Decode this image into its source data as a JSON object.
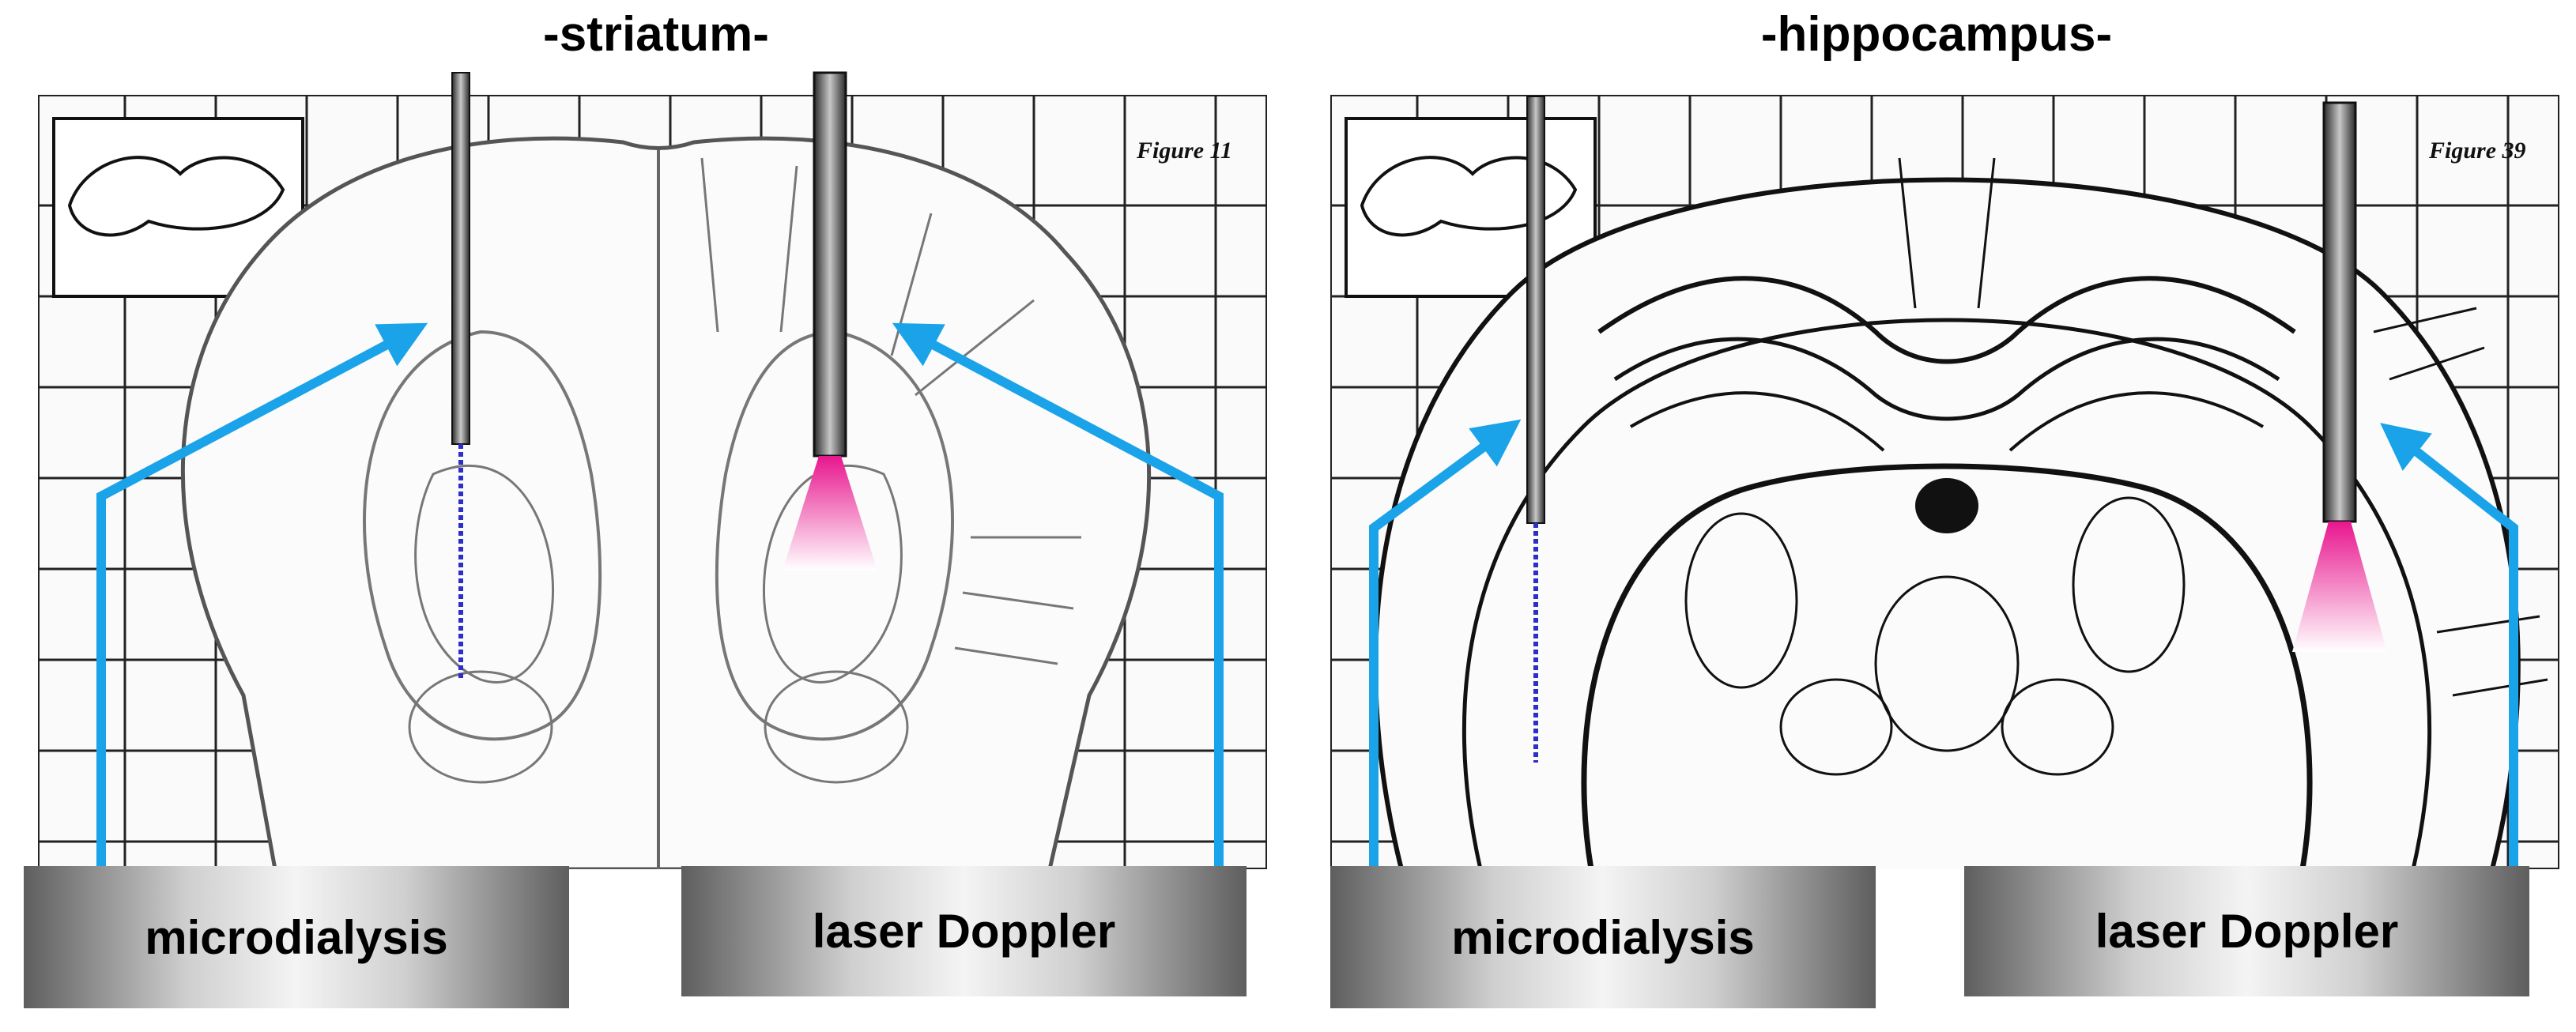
{
  "panels": [
    {
      "title": "-striatum-",
      "figure_label": "Figure 11",
      "labels": {
        "left": "microdialysis",
        "right": "laser Doppler"
      }
    },
    {
      "title": "-hippocampus-",
      "figure_label": "Figure 39",
      "labels": {
        "left": "microdialysis",
        "right": "laser Doppler"
      }
    }
  ],
  "colors": {
    "arrow": "#1aa3e8",
    "laser_cone": "#e8168e",
    "probe": "#555555"
  }
}
